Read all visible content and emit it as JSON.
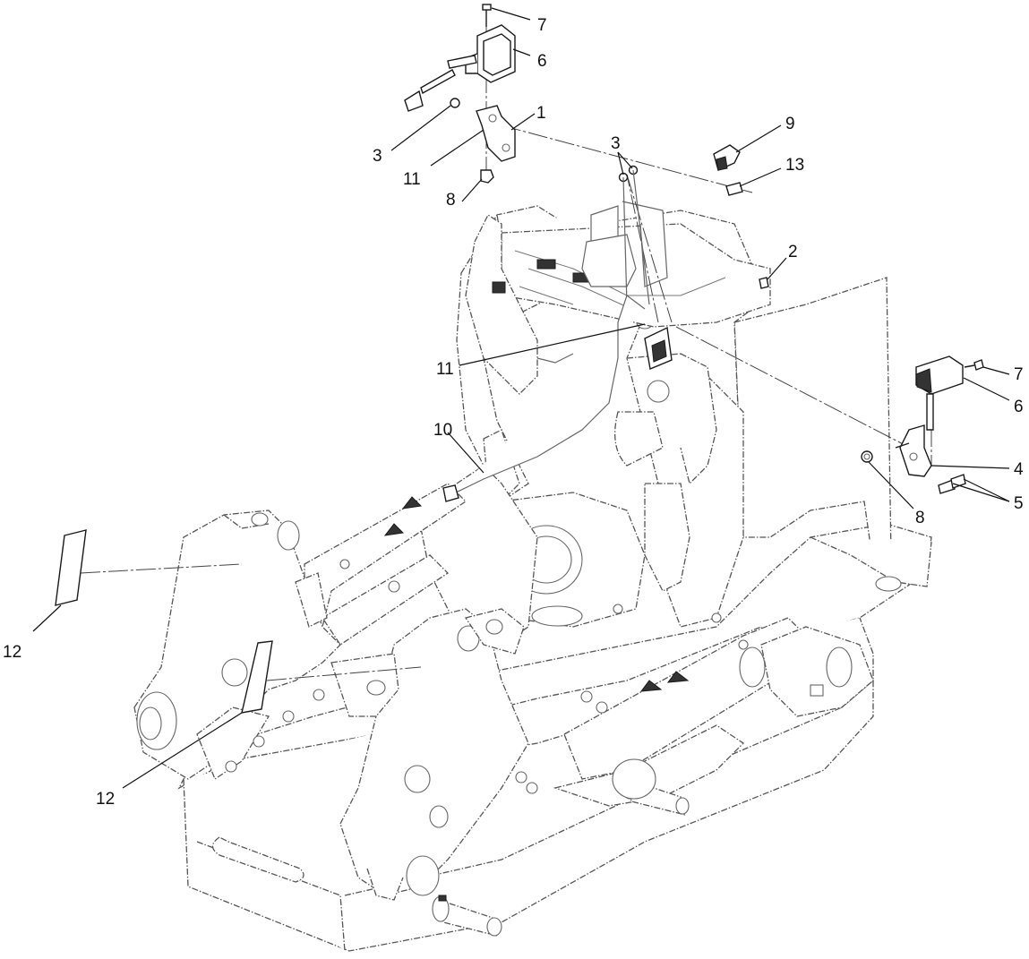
{
  "diagram": {
    "callouts": {
      "c1": "1",
      "c2": "2",
      "c3a": "3",
      "c3b": "3",
      "c4": "4",
      "c5": "5",
      "c6a": "6",
      "c6b": "6",
      "c7a": "7",
      "c7b": "7",
      "c8a": "8",
      "c8b": "8",
      "c9": "9",
      "c10": "10",
      "c11a": "11",
      "c11b": "11",
      "c12a": "12",
      "c12b": "12",
      "c13": "13"
    }
  }
}
